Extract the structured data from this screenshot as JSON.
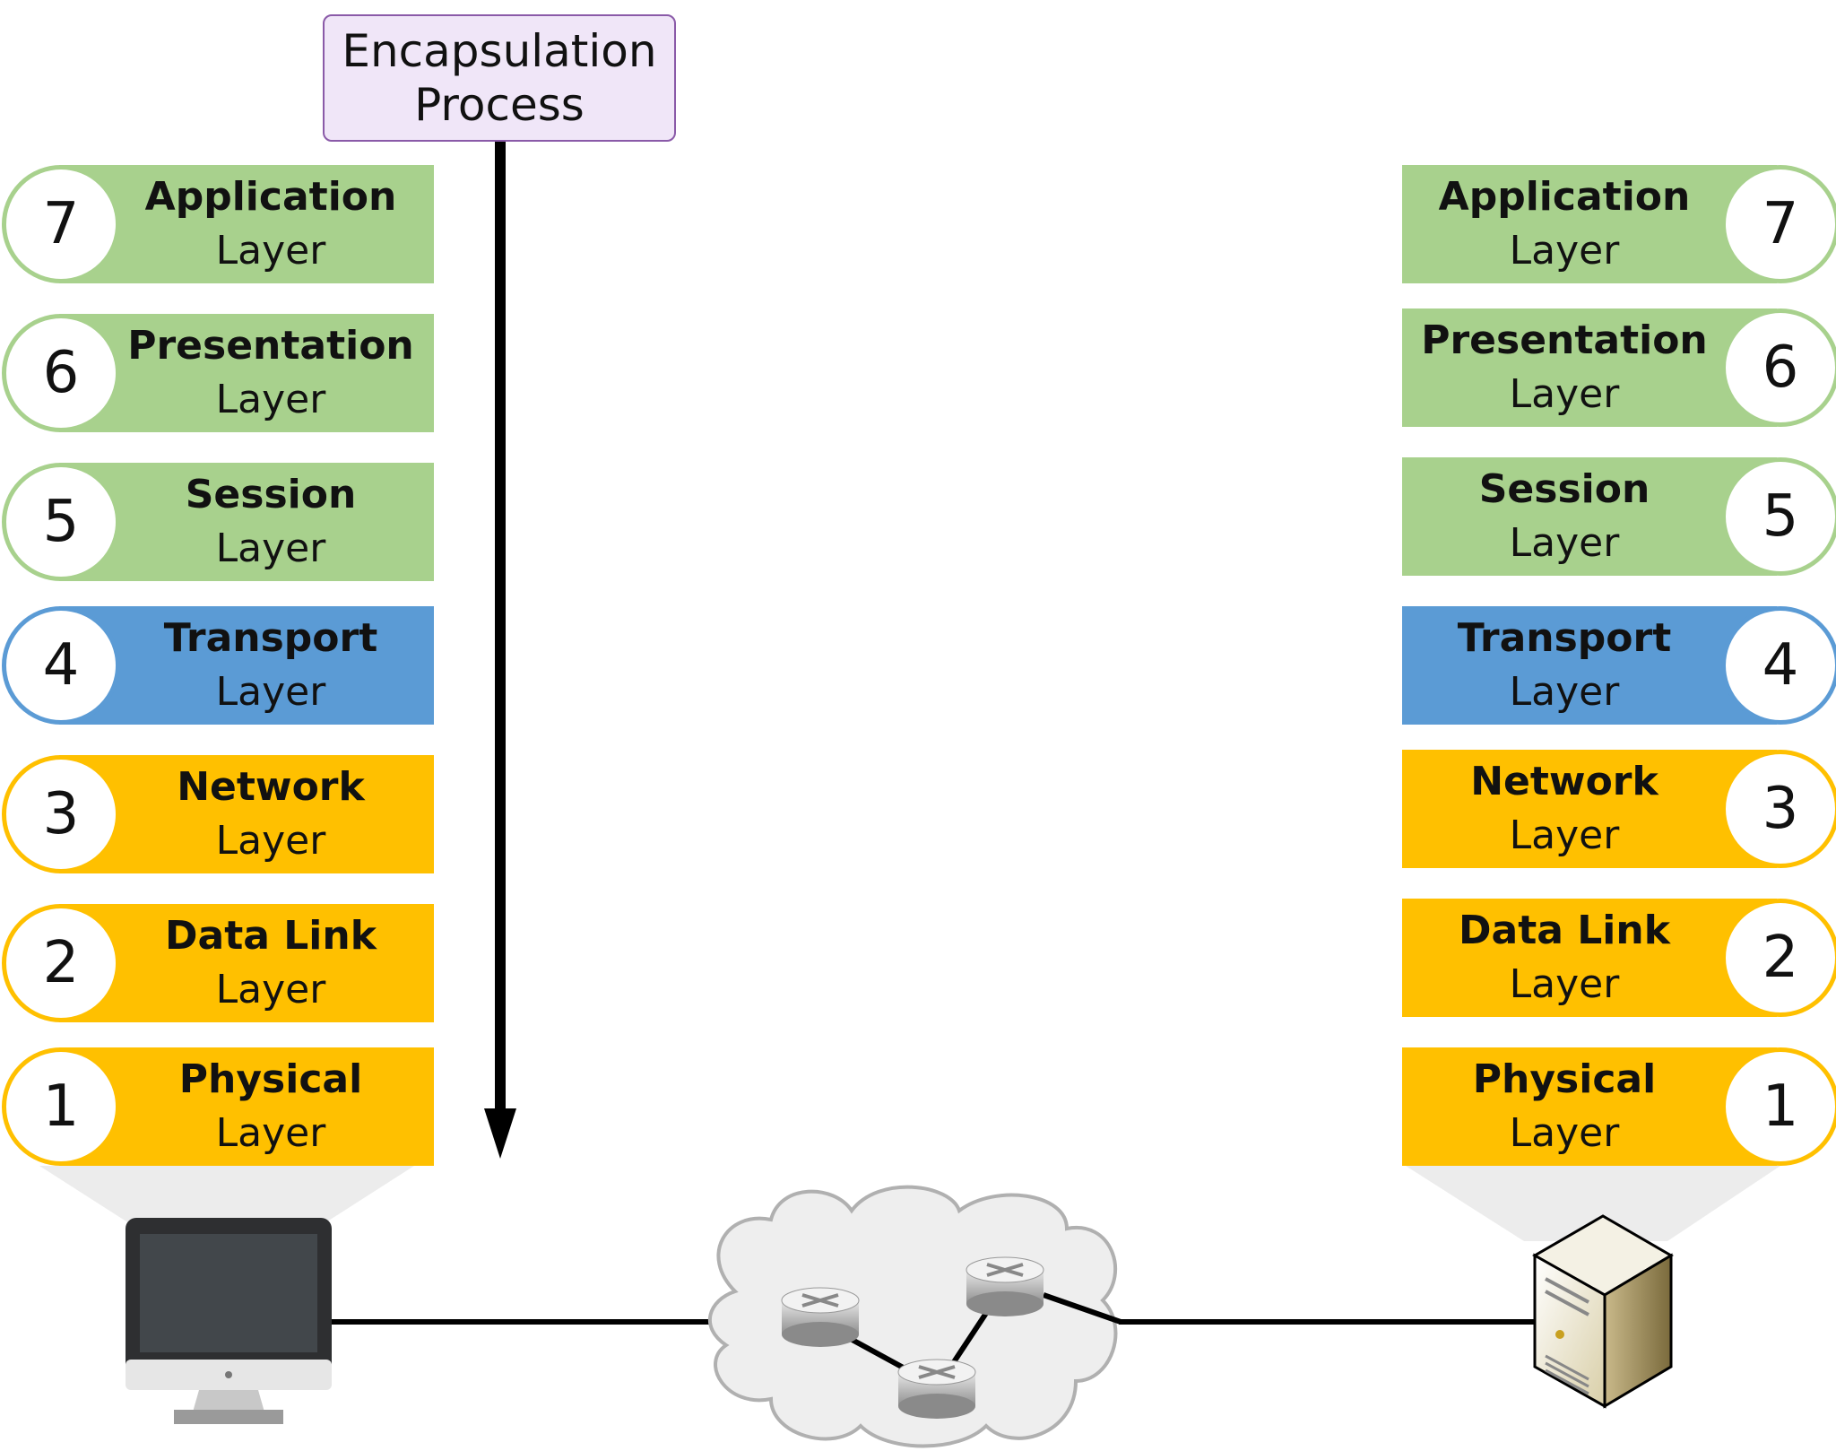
{
  "encapsulation_label": {
    "line1": "Encapsulation",
    "line2": "Process"
  },
  "layer_suffix": "Layer",
  "layers": [
    {
      "number": "7",
      "name": "Application",
      "color": "#a8d18d"
    },
    {
      "number": "6",
      "name": "Presentation",
      "color": "#a8d18d"
    },
    {
      "number": "5",
      "name": "Session",
      "color": "#a8d18d"
    },
    {
      "number": "4",
      "name": "Transport",
      "color": "#5b9bd5"
    },
    {
      "number": "3",
      "name": "Network",
      "color": "#ffc000"
    },
    {
      "number": "2",
      "name": "Data Link",
      "color": "#ffc000"
    },
    {
      "number": "1",
      "name": "Physical",
      "color": "#ffc000"
    }
  ],
  "icons": {
    "left_device": "desktop-monitor-icon",
    "right_device": "server-tower-icon",
    "network": "cloud-with-routers-icon"
  }
}
